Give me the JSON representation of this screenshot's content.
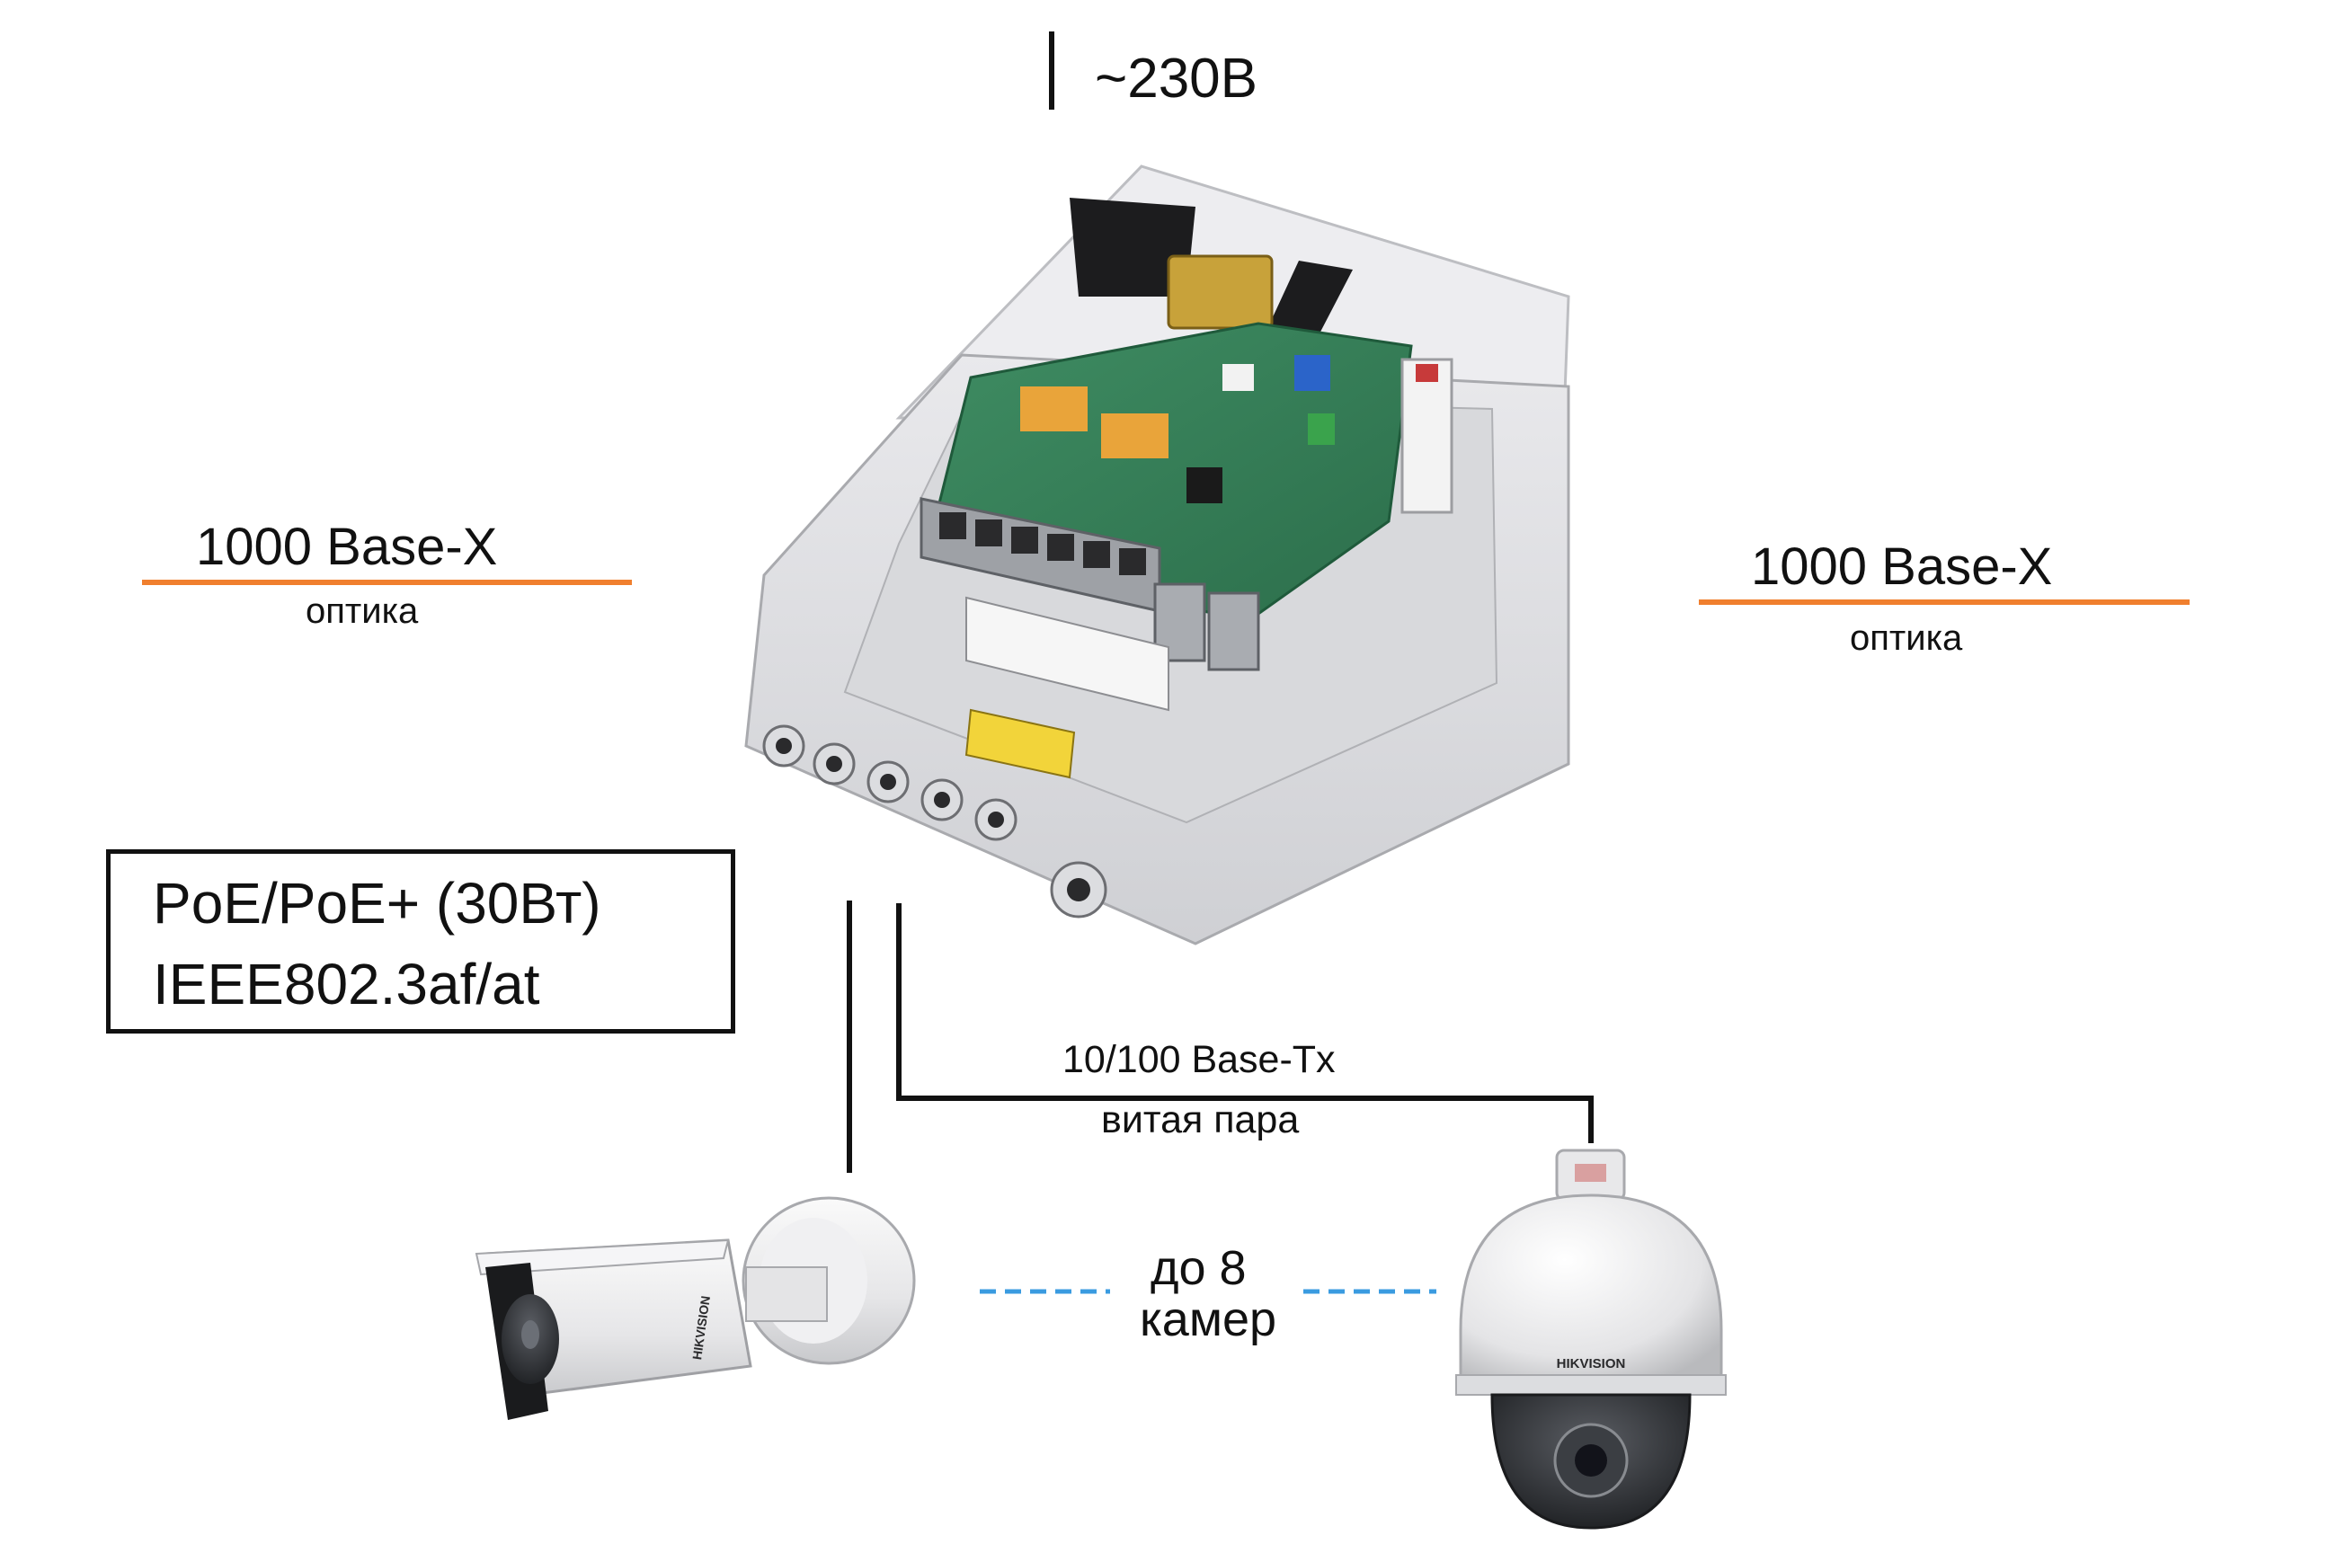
{
  "power": {
    "label": "~230В"
  },
  "uplink_left": {
    "speed": "1000 Base-Х",
    "medium": "оптика"
  },
  "uplink_right": {
    "speed": "1000 Base-Х",
    "medium": "оптика"
  },
  "poe": {
    "line1": "PoE/PoE+ (30Вт)",
    "line2": "IEEE802.3af/at"
  },
  "ethernet": {
    "speed": "10/100 Base-Tx",
    "medium": "витая пара"
  },
  "cameras": {
    "count_line1": "до 8",
    "count_line2": "камер"
  },
  "brands": {
    "bullet": "HIKVISION",
    "dome": "HIKVISION"
  },
  "colors": {
    "fiber": "#f07f2e",
    "wire": "#111111",
    "dashed": "#3a9be0"
  },
  "icons": [
    "switch-enclosure-icon",
    "bullet-camera-icon",
    "ptz-dome-camera-icon"
  ]
}
